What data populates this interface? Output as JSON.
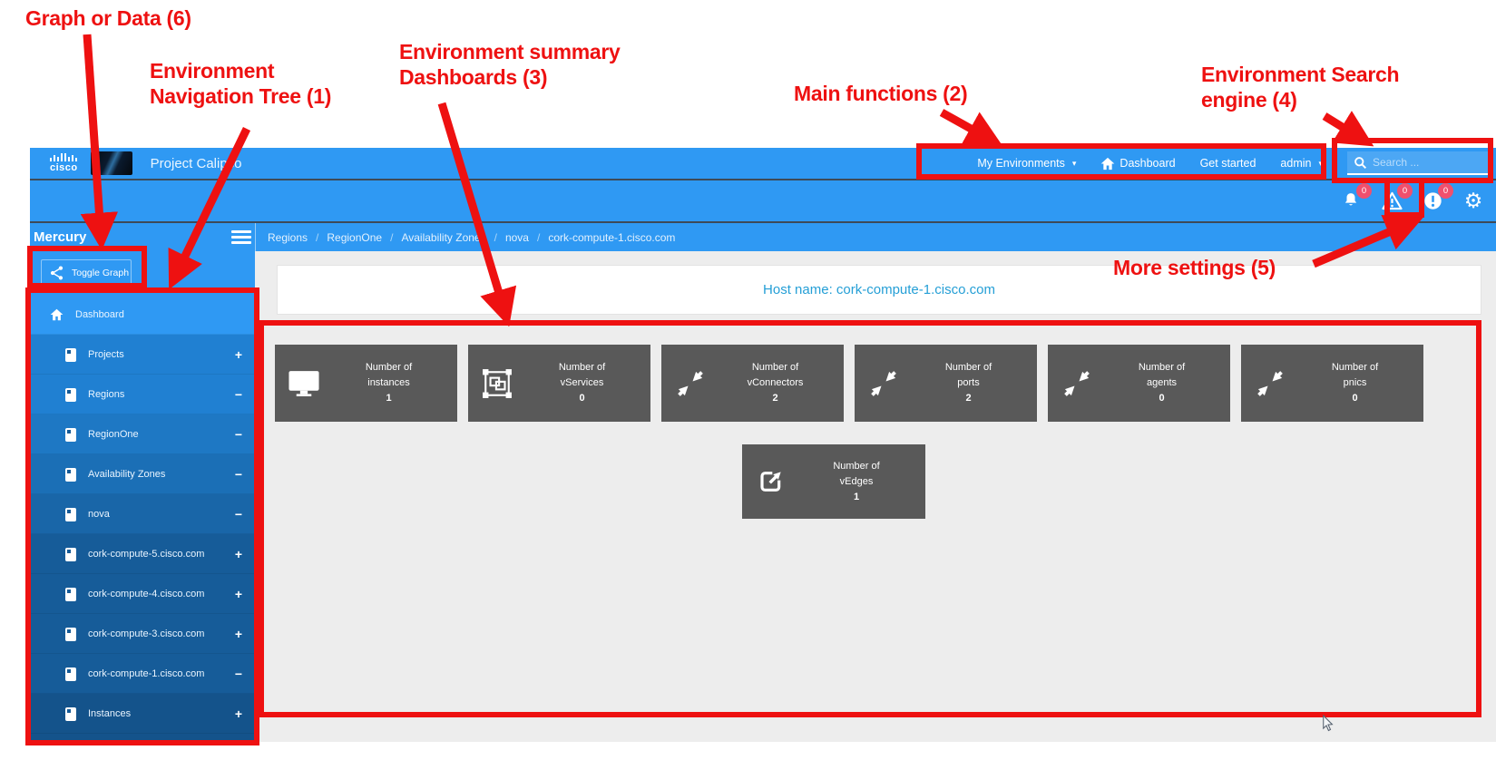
{
  "colors": {
    "header_blue": "#2f99f3",
    "annotation_red": "#ee1111",
    "badge_pink": "#f0506e",
    "card_gray": "#595959",
    "host_text_blue": "#259fd6"
  },
  "annotations": {
    "graph_or_data": "Graph or Data (6)",
    "nav_tree": "Environment\nNavigation Tree (1)",
    "env_summary": "Environment summary\nDashboards (3)",
    "main_functions": "Main functions (2)",
    "search_engine": "Environment Search\nengine (4)",
    "more_settings": "More settings (5)"
  },
  "header": {
    "logo_text": "cisco",
    "brand": "Project Calipso",
    "nav": {
      "my_environments": "My Environments",
      "dashboard": "Dashboard",
      "get_started": "Get started",
      "admin": "admin"
    },
    "search_placeholder": "Search ...",
    "notifications": [
      {
        "icon": "bell-icon",
        "count": "0"
      },
      {
        "icon": "warning-triangle-icon",
        "count": "0"
      },
      {
        "icon": "exclamation-circle-icon",
        "count": "0"
      }
    ],
    "settings_icon": "gear-icon"
  },
  "app": {
    "name": "Mercury"
  },
  "breadcrumb": {
    "items": [
      "Regions",
      "RegionOne",
      "Availability Zones",
      "nova",
      "cork-compute-1.cisco.com"
    ],
    "separator": "/"
  },
  "sidebar": {
    "toggle_graph": "Toggle Graph",
    "tree": [
      {
        "label": "Dashboard",
        "icon": "home-icon",
        "expander": ""
      },
      {
        "label": "Projects",
        "icon": "card-icon",
        "expander": "+"
      },
      {
        "label": "Regions",
        "icon": "card-icon",
        "expander": "−"
      },
      {
        "label": "RegionOne",
        "icon": "card-icon",
        "expander": "−"
      },
      {
        "label": "Availability Zones",
        "icon": "card-icon",
        "expander": "−"
      },
      {
        "label": "nova",
        "icon": "card-icon",
        "expander": "−"
      },
      {
        "label": "cork-compute-5.cisco.com",
        "icon": "card-icon",
        "expander": "+"
      },
      {
        "label": "cork-compute-4.cisco.com",
        "icon": "card-icon",
        "expander": "+"
      },
      {
        "label": "cork-compute-3.cisco.com",
        "icon": "card-icon",
        "expander": "+"
      },
      {
        "label": "cork-compute-1.cisco.com",
        "icon": "card-icon",
        "expander": "−"
      },
      {
        "label": "Instances",
        "icon": "card-icon",
        "expander": "+"
      }
    ]
  },
  "main": {
    "host_title": "Host name: cork-compute-1.cisco.com",
    "cards": [
      {
        "icon": "monitor-icon",
        "line1": "Number of",
        "line2": "instances",
        "value": "1"
      },
      {
        "icon": "object-group-icon",
        "line1": "Number of",
        "line2": "vServices",
        "value": "0"
      },
      {
        "icon": "compress-arrows-icon",
        "line1": "Number of",
        "line2": "vConnectors",
        "value": "2"
      },
      {
        "icon": "compress-arrows-icon",
        "line1": "Number of",
        "line2": "ports",
        "value": "2"
      },
      {
        "icon": "compress-arrows-icon",
        "line1": "Number of",
        "line2": "agents",
        "value": "0"
      },
      {
        "icon": "compress-arrows-icon",
        "line1": "Number of",
        "line2": "pnics",
        "value": "0"
      }
    ],
    "vedges_card": {
      "icon": "external-link-icon",
      "line1": "Number of",
      "line2": "vEdges",
      "value": "1"
    }
  }
}
